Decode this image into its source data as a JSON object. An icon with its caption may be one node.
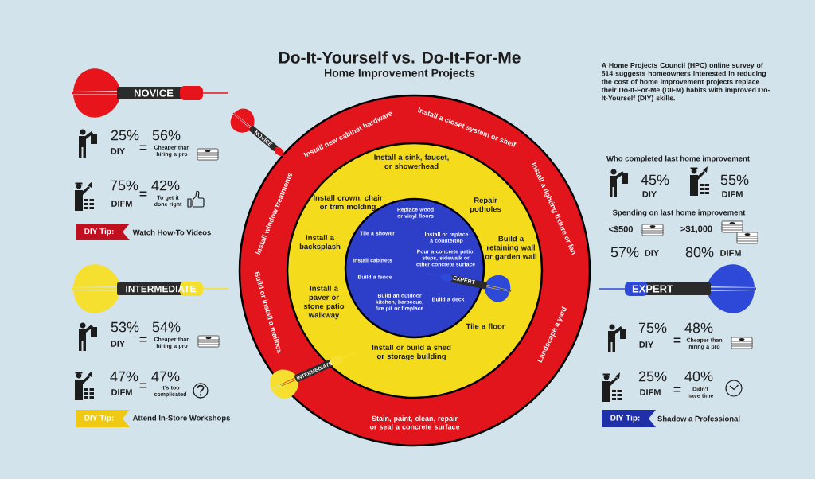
{
  "diagram": {
    "title": "Do-It-Yourself vs. Do-It-For-Me",
    "nodes": [
      {
        "text": [
          "Install new cabinet hardware",
          "Install a closet system or shelf",
          "Install a lighting fixture or fan",
          "Landscape a yard",
          "Stain, paint, clean, repair or seal a concrete surface",
          "Build or install a mailbox",
          "Install window treatments"
        ]
      },
      {
        "text": [
          "Install a sink, faucet, or showerhead",
          "Install crown, chair or trim molding",
          "Repair potholes",
          "Install a backsplash",
          "Build a retaining wall or garden wall",
          "Install a paver or stone patio walkway",
          "Tile a floor",
          "Install or build a shed or storage building"
        ],
        "in": 0
      },
      {
        "text": [
          "Replace wood or vinyl floors",
          "Tile a shower",
          "Install or replace a countertop",
          "Install cabinets",
          "Pour a concrete patio, steps, sidewalk or other concrete surface",
          "Build a fence",
          "Build an outdoor kitchen, barbecue, fire pit or fireplace",
          "Build a deck"
        ],
        "in": 1
      }
    ],
    "labels": [
      "Home Improvement Projects",
      "NOVICE",
      "25%",
      "DIY",
      "=",
      "56%",
      "Cheaper than hiring a pro",
      "75%",
      "DIFM",
      "=",
      "42%",
      "To get it done right",
      "DIY Tip:",
      "Watch How-To Videos",
      "INTERMEDIATE",
      "53%",
      "DIY",
      "=",
      "54%",
      "Cheaper than hiring a pro",
      "47%",
      "DIFM",
      "=",
      "47%",
      "It’s too complicated",
      "DIY Tip:",
      "Attend In-Store Workshops",
      "A Home Projects Council (HPC) online survey of 514 suggests homeowners interested in reducing the cost of home improvement projects replace their Do-It-For-Me (DIFM) habits with improved Do-It-Yourself (DIY) skills.",
      "Who completed last home improvement",
      "45%",
      "DIY",
      "55%",
      "DIFM",
      "Spending on last home improvement",
      "<$500",
      ">$1,000",
      "57%",
      "DIY",
      "80%",
      "DIFM",
      "EXPERT",
      "75%",
      "DIY",
      "=",
      "48%",
      "Cheaper than hiring a pro",
      "25%",
      "DIFM",
      "=",
      "40%",
      "Didn’t have time",
      "DIY Tip:",
      "Shadow a Professional",
      "NOVICE",
      "INTERMEDIATE",
      "EXPERT"
    ]
  }
}
